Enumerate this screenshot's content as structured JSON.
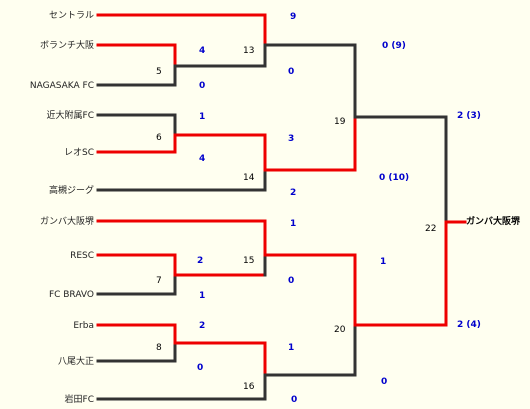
{
  "teams": [
    "セントラル",
    "ボランチ大阪",
    "NAGASAKA FC",
    "近大附属FC",
    "レオSC",
    "高槻ジーグ",
    "ガンバ大阪堺",
    "RESC",
    "FC BRAVO",
    "Erba",
    "八尾大正",
    "岩田FC"
  ],
  "matches": {
    "m5": "5",
    "m6": "6",
    "m7": "7",
    "m8": "8",
    "m13": "13",
    "m14": "14",
    "m15": "15",
    "m16": "16",
    "m19": "19",
    "m20": "20",
    "m22": "22"
  },
  "scores": {
    "r1_a_top": "4",
    "r1_a_bot": "0",
    "r1_b_top": "1",
    "r1_b_bot": "4",
    "r1_c_top": "2",
    "r1_c_bot": "1",
    "r1_d_top": "2",
    "r1_d_bot": "0",
    "r2_a_top": "9",
    "r2_a_bot": "0",
    "r2_b_top": "3",
    "r2_b_bot": "2",
    "r2_c_top": "1",
    "r2_c_bot": "0",
    "r2_d_top": "1",
    "r2_d_bot": "0",
    "sf_top": "0 (9)",
    "sf_bot": "0 (10)",
    "sf2_top": "1",
    "sf2_bot": "0",
    "final_top": "2 (3)",
    "final_bot": "2 (4)"
  },
  "champion": "ガンバ大阪堺",
  "colors": {
    "win": "#ee0000",
    "lose": "#333333",
    "score": "#0000cc"
  }
}
